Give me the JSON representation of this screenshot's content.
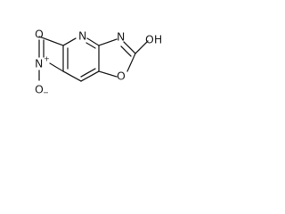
{
  "molecule": {
    "atoms": {
      "ring_nitrogen": "N",
      "azole_nitrogen": "N",
      "ring_oxygen": "O",
      "hydroxyl": "OH",
      "nitro_nitrogen": "N",
      "nitro_nitrogen_charge": "+",
      "nitro_oxygen_top": "O",
      "nitro_oxygen_bottom": "O",
      "nitro_oxygen_charge": "−"
    }
  }
}
